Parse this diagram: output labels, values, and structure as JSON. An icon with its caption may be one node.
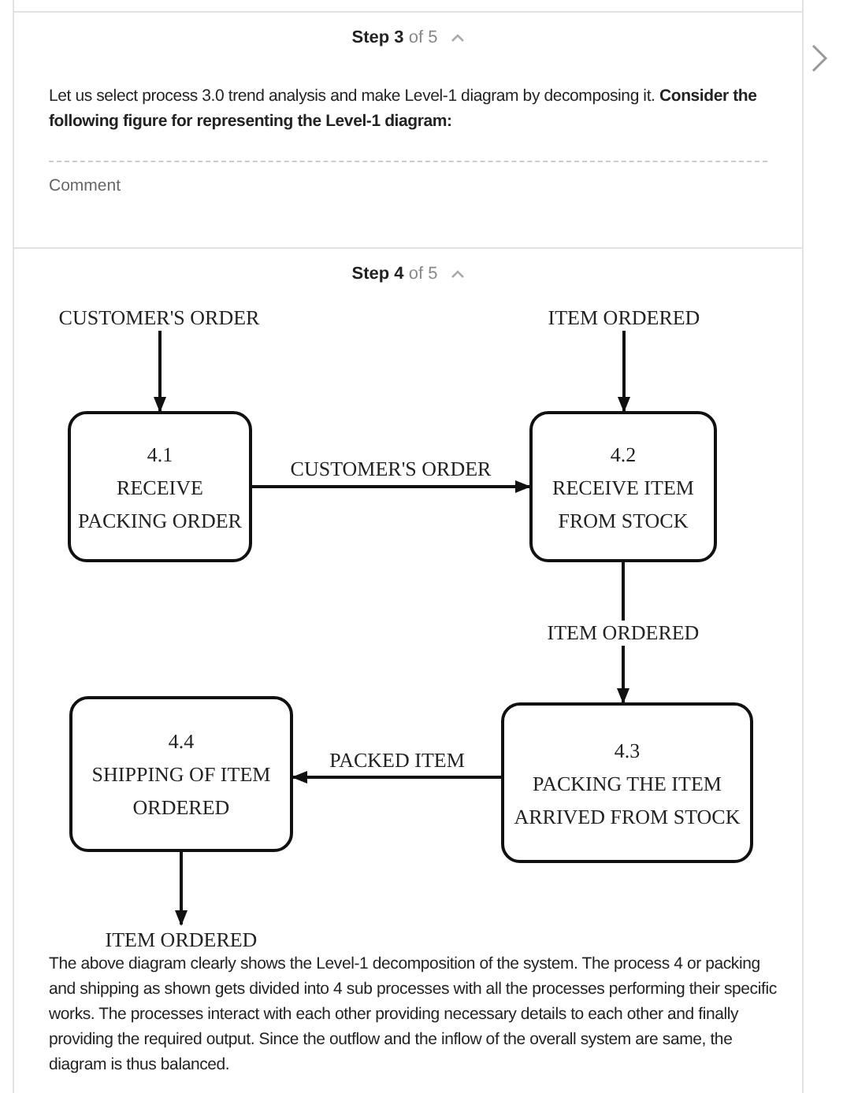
{
  "diagram": {
    "nodes": [
      {
        "text": [
          "CUSTOMER'S ORDER"
        ]
      },
      {
        "text": [
          "ITEM ORDERED"
        ]
      },
      {
        "text": [
          "4.1",
          "RECEIVE PACKING ORDER"
        ]
      },
      {
        "text": [
          "4.2",
          "RECEIVE ITEM FROM STOCK"
        ]
      },
      {
        "text": [
          "4.4",
          "SHIPPING OF ITEM ORDERED"
        ]
      },
      {
        "text": [
          "4.3",
          "PACKING THE ITEM ARRIVED FROM STOCK"
        ]
      },
      {
        "text": [
          "ITEM ORDERED"
        ]
      }
    ],
    "edges": [
      {
        "from": 0,
        "to": 2,
        "arrow": "to"
      },
      {
        "from": 1,
        "to": 3,
        "arrow": "to"
      },
      {
        "from": 2,
        "to": 3,
        "arrow": "to",
        "label": "CUSTOMER'S ORDER"
      },
      {
        "from": 3,
        "to": 5,
        "arrow": "to",
        "label": "ITEM ORDERED"
      },
      {
        "from": 5,
        "to": 4,
        "arrow": "to",
        "label": "PACKED ITEM"
      },
      {
        "from": 4,
        "to": 6,
        "arrow": "to"
      }
    ],
    "labels": [
      "**Step 3** of 5",
      "Let us select process 3.0 trend analysis and make Level-1 diagram by decomposing it. **Consider the following figure for representing the Level-1 diagram:**",
      "Comment",
      "**Step 4** of 5",
      "The above diagram clearly shows the Level-1 decomposition of the system. The process 4 or packing and shipping as shown gets divided into 4 sub processes with all the processes performing their specific works. The processes interact with each other providing necessary details to each other and finally providing the required output. Since the outflow and the inflow of the overall system are same, the diagram is thus balanced."
    ]
  }
}
